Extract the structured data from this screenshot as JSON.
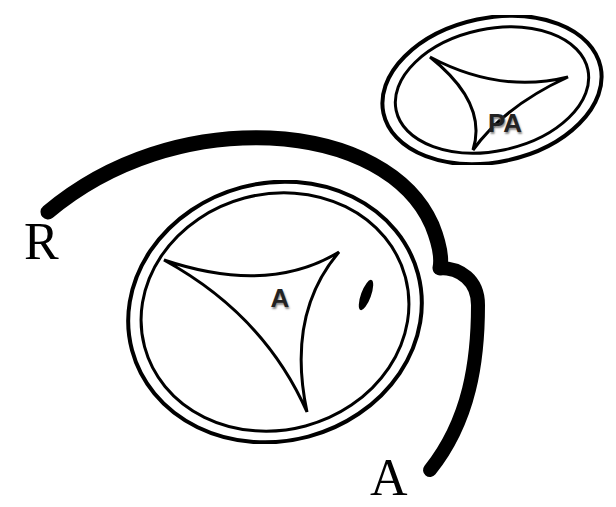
{
  "diagram": {
    "nodes": [
      {
        "text": [
          "PA"
        ]
      },
      {
        "text": [
          "A"
        ]
      }
    ],
    "labels": [
      "R",
      "A"
    ]
  }
}
